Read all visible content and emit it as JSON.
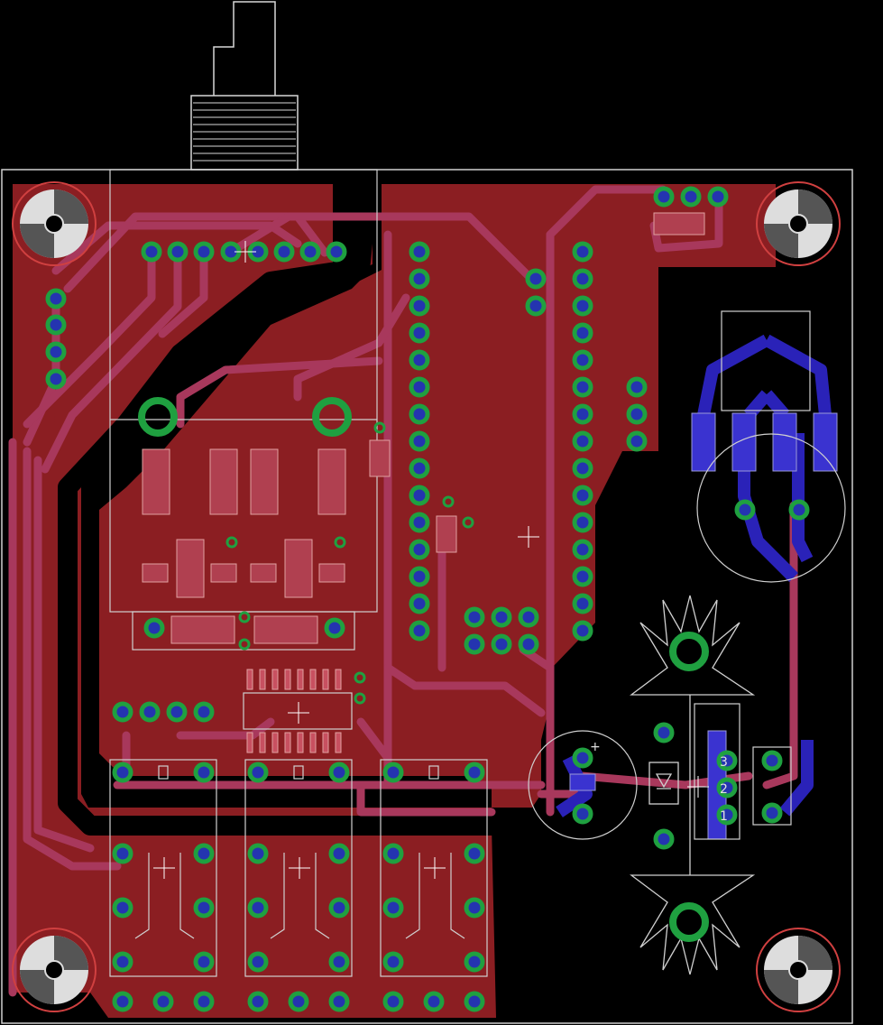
{
  "board": {
    "background_color": "#000000",
    "top_copper_color": "#8b1e22",
    "bottom_copper_color": "#2a22b8",
    "trace_color": "#a8385c",
    "pad_color": "#1fa040",
    "silkscreen_color": "#d8d8d8"
  },
  "labels": {
    "cap_plus": "+",
    "regulator_pin1": "1",
    "regulator_pin2": "2",
    "regulator_pin3": "3"
  },
  "icons": {
    "mounting_hole": "mounting-hole-icon",
    "origin_cross": "crosshair-icon",
    "heatsink": "heatsink-icon",
    "diode": "diode-icon"
  }
}
